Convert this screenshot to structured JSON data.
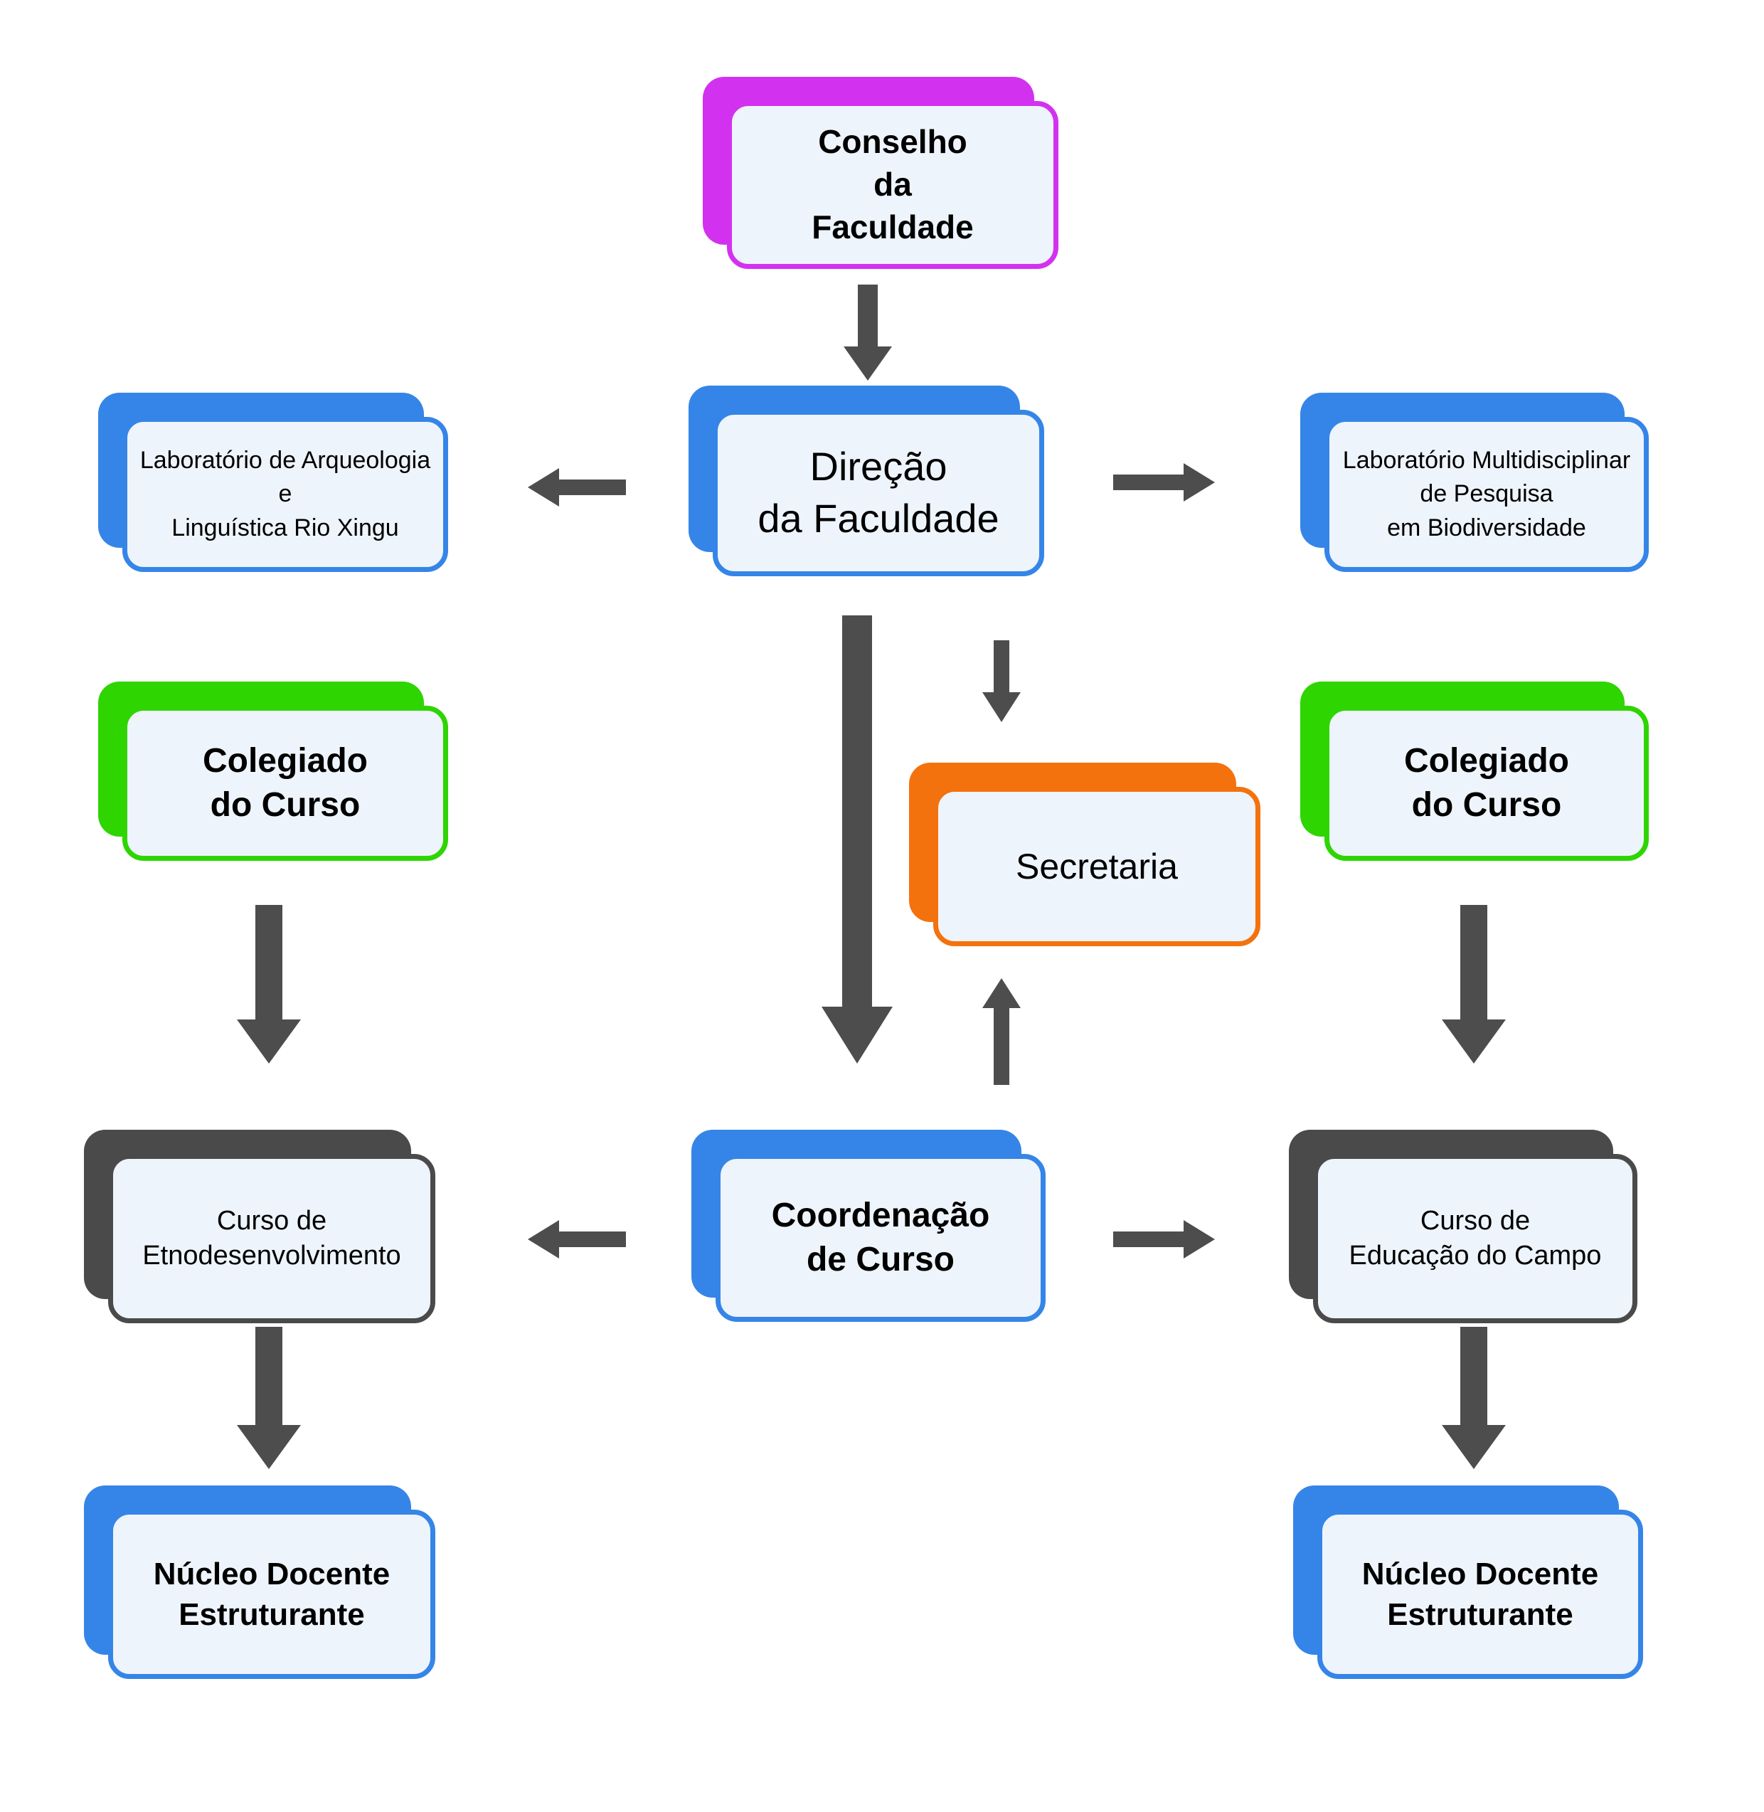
{
  "colors": {
    "magenta": "#d232ef",
    "blue": "#3585e8",
    "green": "#2ed500",
    "orange": "#f4720e",
    "dark_gray": "#4a4a4a",
    "arrow": "#4d4d4d",
    "card_fill": "#eef4fb"
  },
  "nodes": {
    "conselho": {
      "text": "Conselho\nda\nFaculdade",
      "color": "#d232ef"
    },
    "direcao": {
      "text": "Direção\nda Faculdade",
      "color": "#3585e8"
    },
    "lab_arqueologia": {
      "text": "Laboratório de Arqueologia e\nLinguística Rio Xingu",
      "color": "#3585e8"
    },
    "lab_biodiversidade": {
      "text": "Laboratório Multidisciplinar\nde Pesquisa\nem Biodiversidade",
      "color": "#3585e8"
    },
    "colegiado_esquerda": {
      "text": "Colegiado\ndo Curso",
      "color": "#2ed500"
    },
    "colegiado_direita": {
      "text": "Colegiado\ndo Curso",
      "color": "#2ed500"
    },
    "secretaria": {
      "text": "Secretaria",
      "color": "#f4720e"
    },
    "coordenacao": {
      "text": "Coordenação\nde Curso",
      "color": "#3585e8"
    },
    "curso_etnodesenvolvimento": {
      "text": "Curso de\nEtnodesenvolvimento",
      "color": "#4a4a4a"
    },
    "curso_educacao_campo": {
      "text": "Curso de\nEducação do Campo",
      "color": "#4a4a4a"
    },
    "nucleo_esquerda": {
      "text": "Núcleo Docente\nEstruturante",
      "color": "#3585e8"
    },
    "nucleo_direita": {
      "text": "Núcleo Docente\nEstruturante",
      "color": "#3585e8"
    }
  },
  "edges": [
    {
      "from": "conselho",
      "to": "direcao"
    },
    {
      "from": "direcao",
      "to": "lab_arqueologia"
    },
    {
      "from": "direcao",
      "to": "lab_biodiversidade"
    },
    {
      "from": "direcao",
      "to": "coordenacao"
    },
    {
      "from": "direcao",
      "to": "secretaria"
    },
    {
      "from": "coordenacao",
      "to": "secretaria"
    },
    {
      "from": "colegiado_esquerda",
      "to": "curso_etnodesenvolvimento"
    },
    {
      "from": "colegiado_direita",
      "to": "curso_educacao_campo"
    },
    {
      "from": "coordenacao",
      "to": "curso_etnodesenvolvimento"
    },
    {
      "from": "coordenacao",
      "to": "curso_educacao_campo"
    },
    {
      "from": "curso_etnodesenvolvimento",
      "to": "nucleo_esquerda"
    },
    {
      "from": "curso_educacao_campo",
      "to": "nucleo_direita"
    }
  ]
}
